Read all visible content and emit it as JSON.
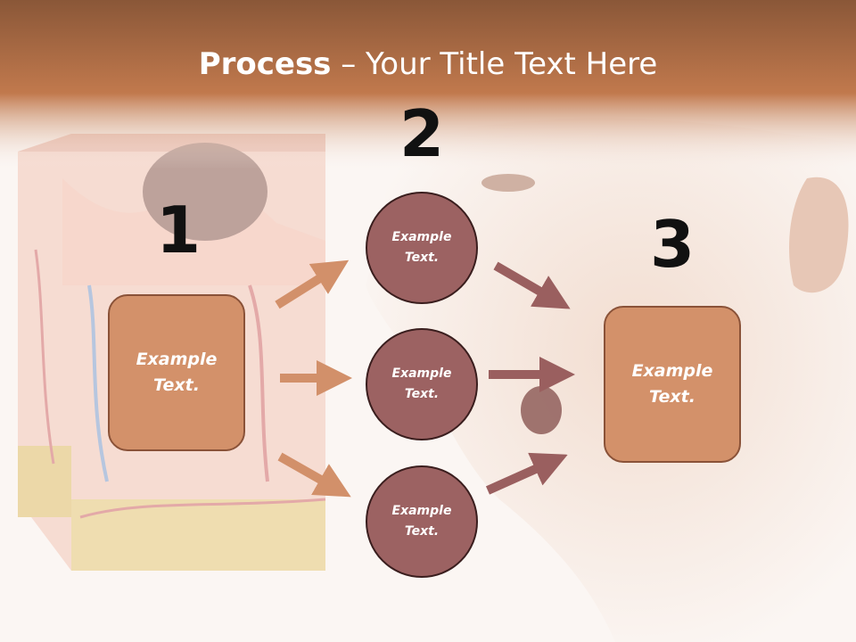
{
  "slide": {
    "title_bold": "Process",
    "title_rest": " – Your Title Text Here",
    "steps": [
      {
        "number": "1",
        "text": "Example\nText."
      },
      {
        "number": "2",
        "text": ""
      },
      {
        "number": "3",
        "text": "Example\nText."
      }
    ],
    "circles": [
      {
        "text": "Example\nText."
      },
      {
        "text": "Example\nText."
      },
      {
        "text": "Example\nText."
      }
    ]
  },
  "colors": {
    "header_band": "#b36b44",
    "box_fill": "#d3916a",
    "box_border": "#8a5238",
    "circle_fill": "#9c6262",
    "circle_border": "#3a1e1e",
    "arrow_left": "#d2906a",
    "arrow_right": "#9a5f5f"
  }
}
